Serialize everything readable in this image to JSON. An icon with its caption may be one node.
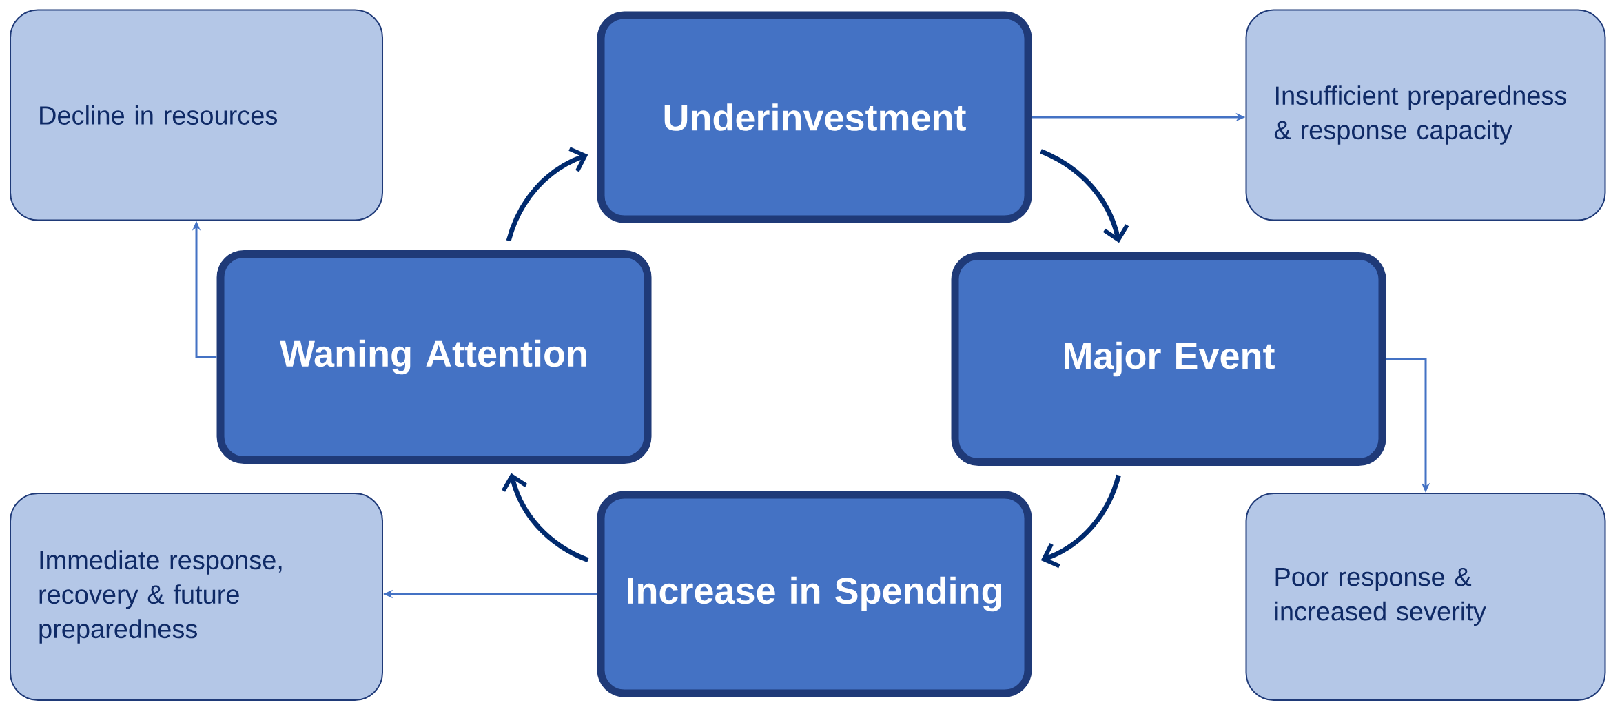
{
  "diagram": {
    "nodes": [
      {
        "text": [
          "Decline in resources"
        ]
      },
      {
        "text": [
          "Underinvestment"
        ]
      },
      {
        "text": [
          "Insufficient preparedness & response capacity"
        ]
      },
      {
        "text": [
          "Waning Attention"
        ]
      },
      {
        "text": [
          "Major Event"
        ]
      },
      {
        "text": [
          "Immediate response, recovery & future preparedness"
        ]
      },
      {
        "text": [
          "Increase in Spending"
        ]
      },
      {
        "text": [
          "Poor response & increased severity"
        ]
      }
    ],
    "edges": [
      {
        "from": 1,
        "to": 2,
        "arrow": "to"
      },
      {
        "from": 1,
        "to": 4,
        "arrow": "to",
        "style": "thick",
        "color": "#002a6e"
      },
      {
        "from": 4,
        "to": 7,
        "arrow": "to"
      },
      {
        "from": 4,
        "to": 6,
        "arrow": "to",
        "style": "thick",
        "color": "#002a6e"
      },
      {
        "from": 6,
        "to": 5,
        "arrow": "to"
      },
      {
        "from": 6,
        "to": 3,
        "arrow": "to",
        "style": "thick",
        "color": "#002a6e"
      },
      {
        "from": 3,
        "to": 0,
        "arrow": "to"
      },
      {
        "from": 3,
        "to": 1,
        "arrow": "to",
        "style": "thick",
        "color": "#002a6e"
      }
    ]
  }
}
